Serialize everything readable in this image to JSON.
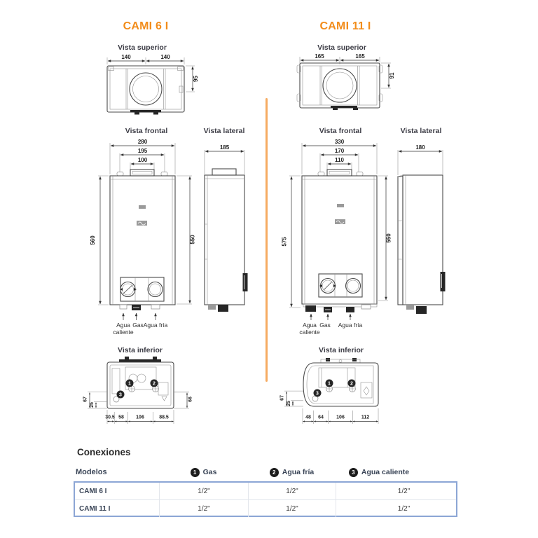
{
  "models": [
    {
      "name": "CAMI 6 I",
      "labels": {
        "top": "Vista superior",
        "front": "Vista frontal",
        "side": "Vista lateral",
        "bottom": "Vista inferior"
      },
      "top_view": {
        "w_left": "140",
        "w_right": "140",
        "depth": "95"
      },
      "front_view": {
        "w_outer": "280",
        "w_mid": "195",
        "w_top": "100",
        "h_left": "560",
        "h_right": "550"
      },
      "side_view": {
        "depth": "185"
      },
      "ports": {
        "hot": "Agua caliente",
        "gas": "Gas",
        "cold": "Agua fría"
      },
      "bottom_view": {
        "offsets_left": [
          "67",
          "25"
        ],
        "offset_right": "66",
        "widths": [
          "30.5",
          "58",
          "106",
          "88.5"
        ],
        "badges": [
          "1",
          "2",
          "3"
        ]
      }
    },
    {
      "name": "CAMI 11 I",
      "labels": {
        "top": "Vista superior",
        "front": "Vista frontal",
        "side": "Vista lateral",
        "bottom": "Vista inferior"
      },
      "top_view": {
        "w_left": "165",
        "w_right": "165",
        "depth": "91"
      },
      "front_view": {
        "w_outer": "330",
        "w_mid": "170",
        "w_top": "110",
        "h_left": "575",
        "h_right": "550"
      },
      "side_view": {
        "depth": "180"
      },
      "ports": {
        "hot": "Agua caliente",
        "gas": "Gas",
        "cold": "Agua fría"
      },
      "bottom_view": {
        "offsets_left": [
          "67",
          "25"
        ],
        "widths": [
          "48",
          "64",
          "106",
          "112"
        ],
        "badges": [
          "1",
          "2",
          "3"
        ]
      }
    }
  ],
  "connections": {
    "title": "Conexiones",
    "col_models": "Modelos",
    "cols": [
      {
        "n": "1",
        "label": "Gas"
      },
      {
        "n": "2",
        "label": "Agua fría"
      },
      {
        "n": "3",
        "label": "Agua caliente"
      }
    ],
    "rows": [
      {
        "model": "CAMI 6 I",
        "values": [
          "1/2\"",
          "1/2\"",
          "1/2\""
        ]
      },
      {
        "model": "CAMI 11 I",
        "values": [
          "1/2\"",
          "1/2\"",
          "1/2\""
        ]
      }
    ]
  },
  "colors": {
    "accent_orange": "#F28C1A",
    "divider_orange": "#F6AB61",
    "table_border_blue": "#8CA6D5"
  }
}
